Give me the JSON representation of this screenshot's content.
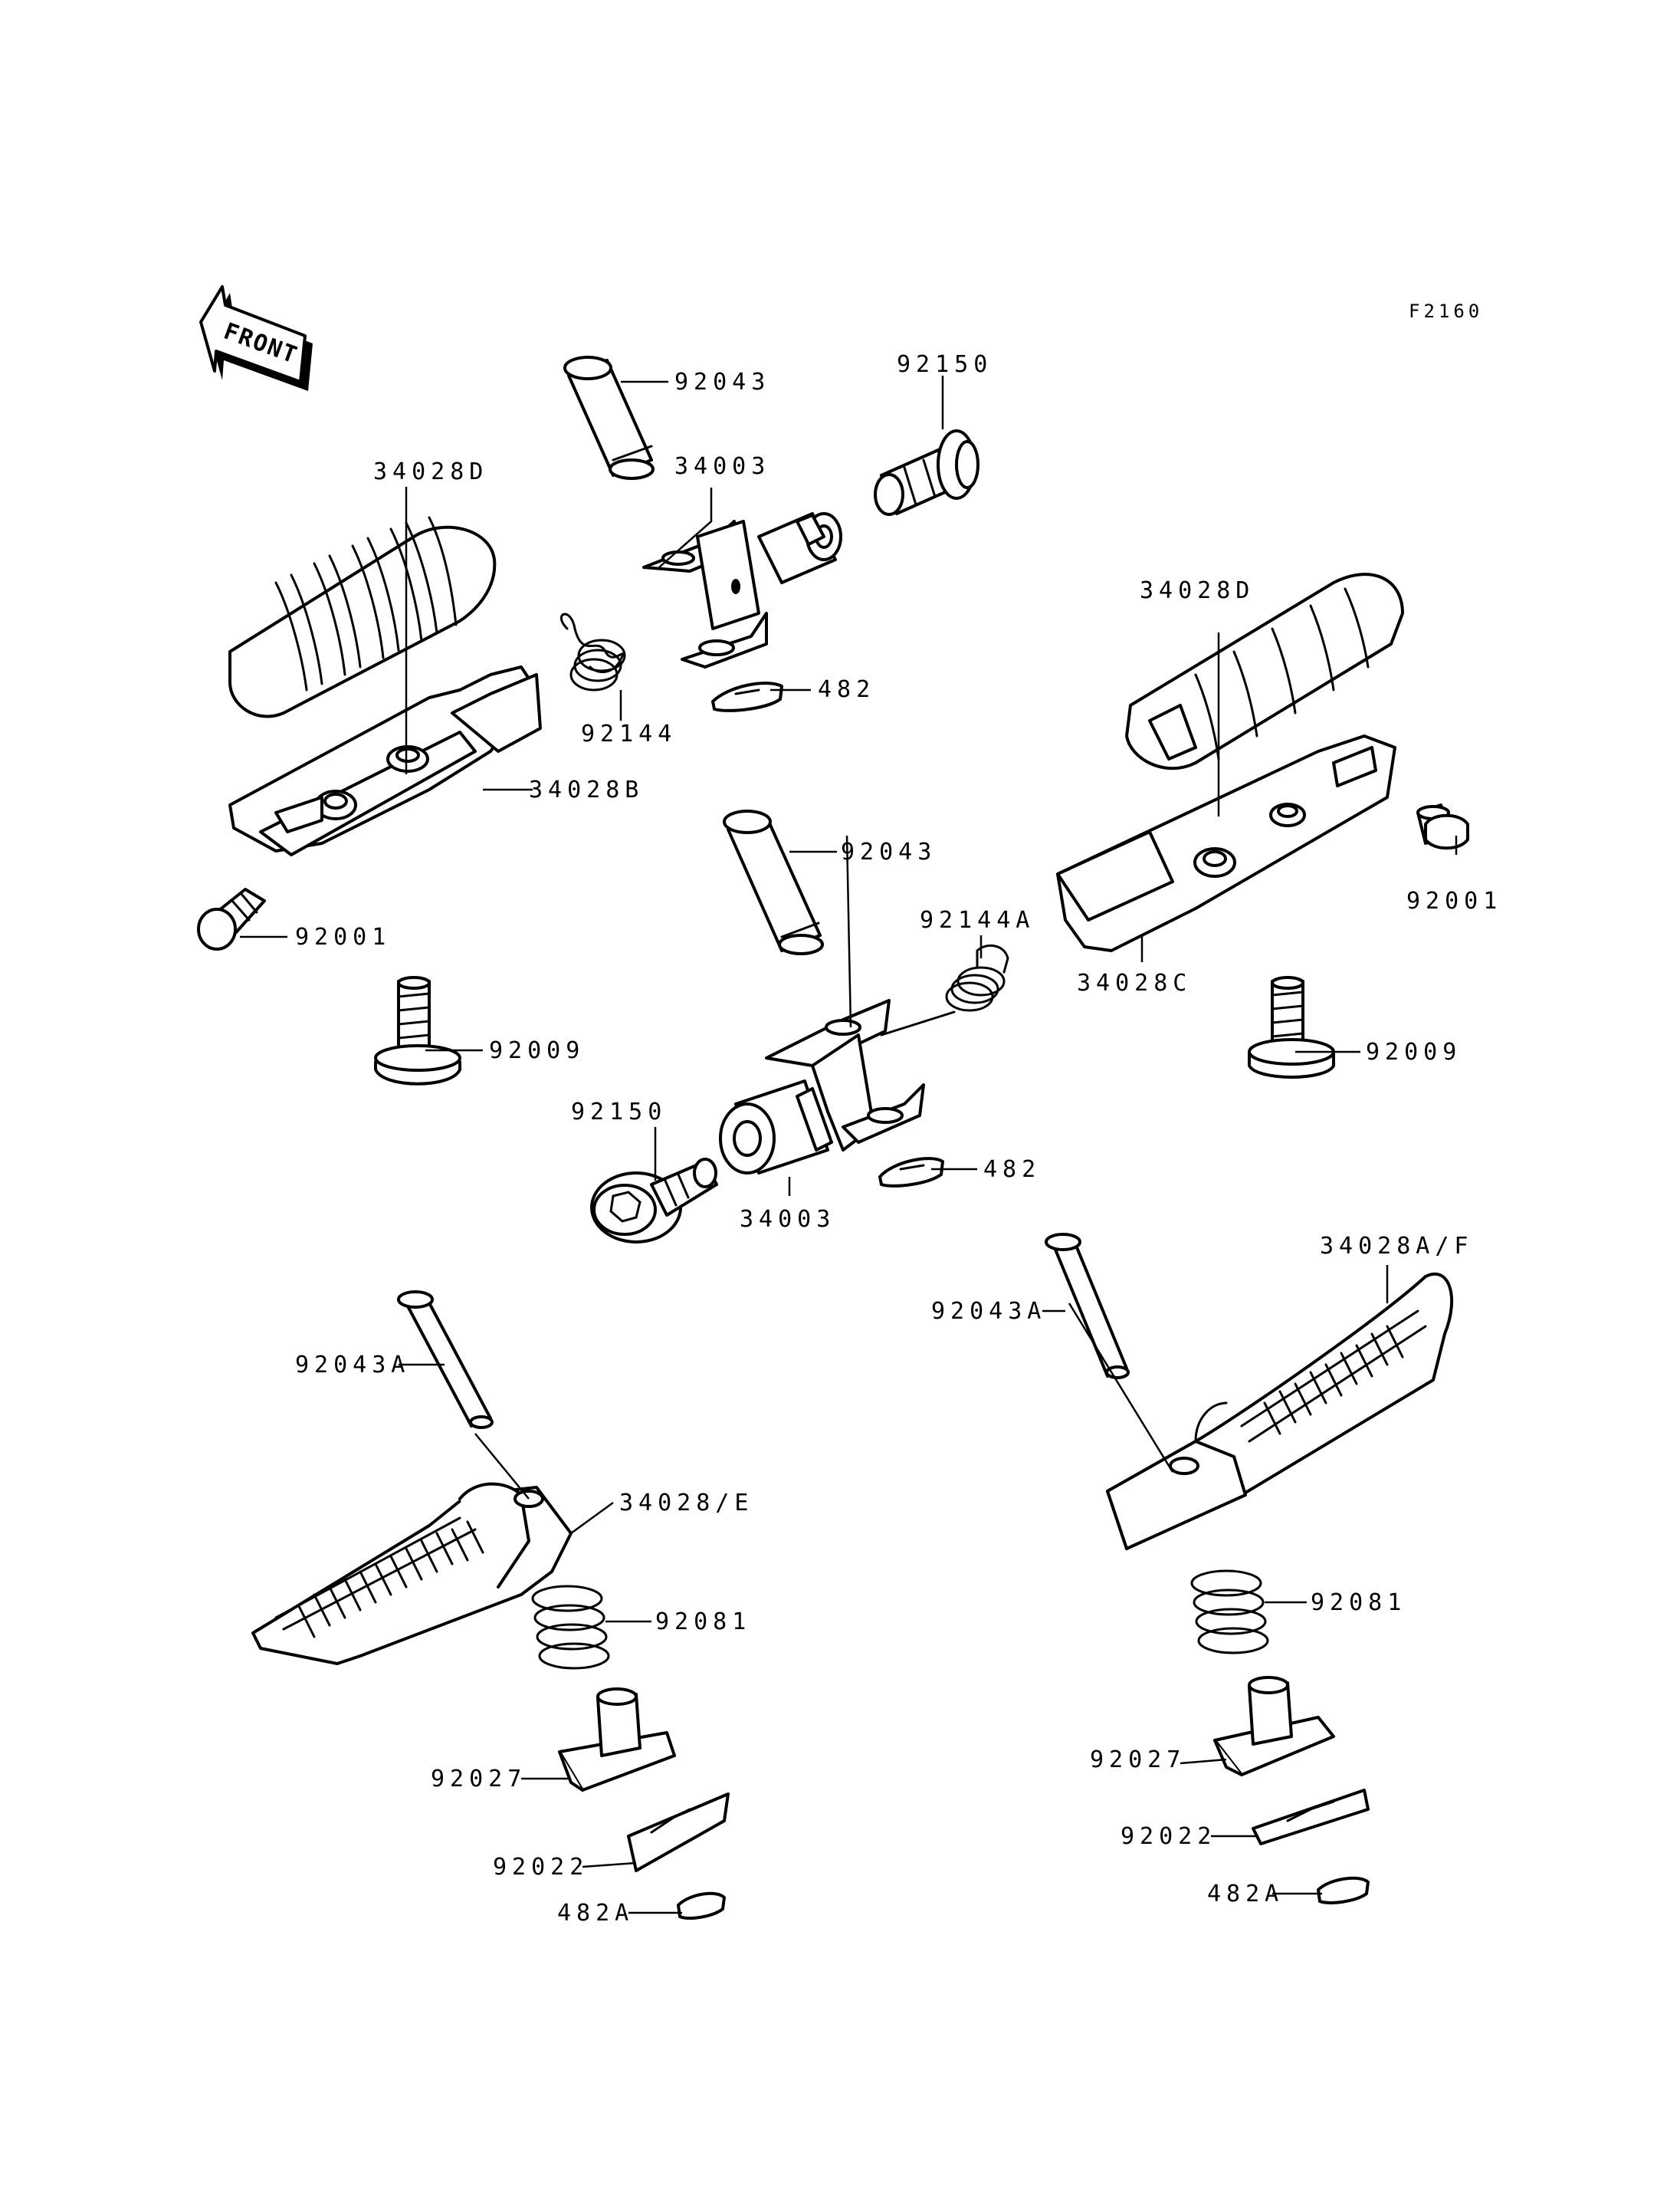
{
  "diagram_code": "F2160",
  "front_marker": "FRONT",
  "labels": {
    "l_92043_top": "92043",
    "l_92150_top": "92150",
    "l_34028d_left": "34028D",
    "l_34003_top": "34003",
    "l_92144": "92144",
    "l_482_top": "482",
    "l_34028b": "34028B",
    "l_92001_left": "92001",
    "l_92009_left": "92009",
    "l_34028d_right": "34028D",
    "l_92001_right": "92001",
    "l_92043_mid": "92043",
    "l_92144a": "92144A",
    "l_34028c": "34028C",
    "l_92009_right": "92009",
    "l_92150_mid": "92150",
    "l_482_mid": "482",
    "l_34003_mid": "34003",
    "l_34028af": "34028A/F",
    "l_92043a_right": "92043A",
    "l_92043a_left": "92043A",
    "l_34028e": "34028/E",
    "l_92081_left": "92081",
    "l_92081_right": "92081",
    "l_92027_left": "92027",
    "l_92027_right": "92027",
    "l_92022_left": "92022",
    "l_92022_right": "92022",
    "l_482a_left": "482A",
    "l_482a_right": "482A"
  }
}
